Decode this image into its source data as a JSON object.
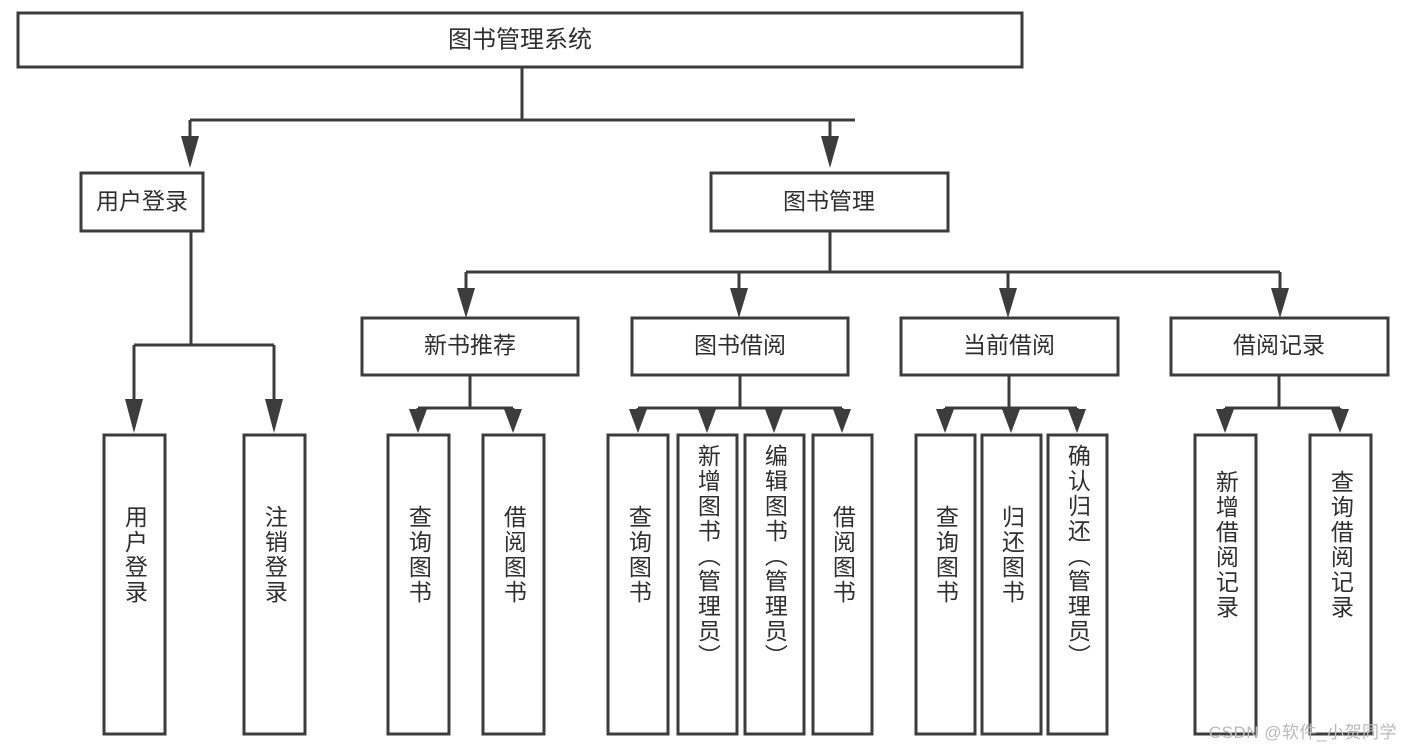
{
  "diagram": {
    "title": "图书管理系统",
    "type": "tree-hierarchy",
    "watermark": "CSDN @软件_小贺同学",
    "colors": {
      "background": "#ffffff",
      "stroke": "#3c3c3c",
      "text": "#2f2f2f",
      "watermark": "#b9b9b9"
    },
    "levels": {
      "root": "图书管理系统",
      "level2": [
        "用户登录",
        "图书管理"
      ],
      "level3": [
        "新书推荐",
        "图书借阅",
        "当前借阅",
        "借阅记录"
      ]
    },
    "nodes": {
      "root": {
        "label": "图书管理系统"
      },
      "user_login": {
        "label": "用户登录"
      },
      "book_manage": {
        "label": "图书管理"
      },
      "new_book_rec": {
        "label": "新书推荐"
      },
      "book_borrow": {
        "label": "图书借阅"
      },
      "current_borrow": {
        "label": "当前借阅"
      },
      "borrow_record": {
        "label": "借阅记录"
      }
    },
    "leaves": {
      "user_login": [
        {
          "label": "用户登录"
        },
        {
          "label": "注销登录"
        }
      ],
      "new_book_rec": [
        {
          "label": "查询图书"
        },
        {
          "label": "借阅图书"
        }
      ],
      "book_borrow": [
        {
          "label": "查询图书"
        },
        {
          "label": "新增图书（管理员）"
        },
        {
          "label": "编辑图书（管理员）"
        },
        {
          "label": "借阅图书"
        }
      ],
      "current_borrow": [
        {
          "label": "查询图书"
        },
        {
          "label": "归还图书"
        },
        {
          "label": "确认归还（管理员）"
        }
      ],
      "borrow_record": [
        {
          "label": "新增借阅记录"
        },
        {
          "label": "查询借阅记录"
        }
      ]
    }
  }
}
